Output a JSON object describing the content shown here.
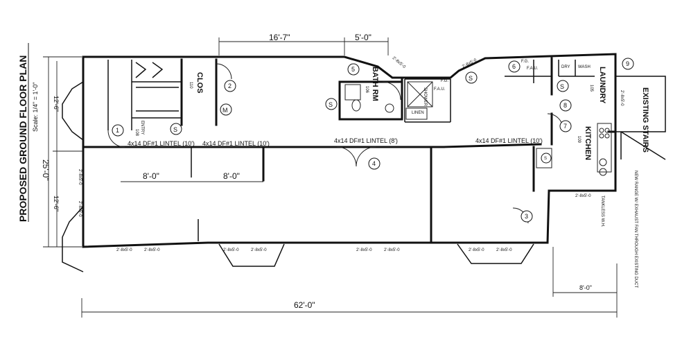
{
  "title": "PROPOSED GROUND FLOOR PLAN",
  "scale": "Scale: 1/4\" = 1'-0\"",
  "dims": {
    "top_a": "16'-7\"",
    "top_b": "5'-0\"",
    "left_total": "25'-0\"",
    "left_upper": "12'-6\"",
    "left_lower": "12'-6\"",
    "bottom_total": "62'-0\"",
    "bottom_right": "8'-0\"",
    "mid_a": "8'-0\"",
    "mid_b": "8'-0\"",
    "side_a": "2'-8x5'-0",
    "side_b": "2'-8x5'-0",
    "bath_win": "2'-8x5'-0",
    "laundry_win": "2'-8x5'-0",
    "stairs_win": "2'-8x5'-0",
    "kitchen_win": "2'-8x5'-0",
    "bot_w1": "2'-8x5'-0",
    "bot_w2": "2'-8x5'-0",
    "bot_w3": "2'-8x5'-0",
    "bot_w4": "2'-8x5'-0",
    "bot_w5": "2'-8x5'-0",
    "bot_w6": "2'-8x5'-0",
    "bot_w7": "2'-8x5'-0",
    "bot_w8": "2'-8x5'-0"
  },
  "rooms": {
    "clos": "CLOS",
    "clos_tag": "110",
    "entry": "ENTRY",
    "entry_tag": "108",
    "bath": "BATH RM",
    "bath_tag": "106",
    "laundry": "LAUNDRY",
    "laundry_tag": "105",
    "kitchen": "KITCHEN",
    "kitchen_tag": "109",
    "linen": "LINEN",
    "existing_stairs": "EXISTING STAIRS"
  },
  "lintels": {
    "l1": "4x14 DF#1 LINTEL (10')",
    "l2": "4x14 DF#1 LINTEL (10')",
    "l3": "4x14 DF#1 LINTEL (8')",
    "l4": "4x14 DF#1 LINTEL (10')"
  },
  "fixtures": {
    "fau1": "F.A.U.",
    "fau2": "F.A.U.",
    "fg1": "F.G.",
    "fg2": "F.G.",
    "dry": "DRY",
    "wash": "WASH",
    "shower": "SHOWER",
    "tankless": "TANKLESS W.H.",
    "range_note": "NEW RANGE W/ EXHAUST FAN THROUGH EXISTING DUCT"
  },
  "symbols": {
    "s": "S",
    "m": "M"
  },
  "doors": [
    "1",
    "2",
    "3",
    "4",
    "5",
    "6",
    "7",
    "8",
    "9"
  ]
}
